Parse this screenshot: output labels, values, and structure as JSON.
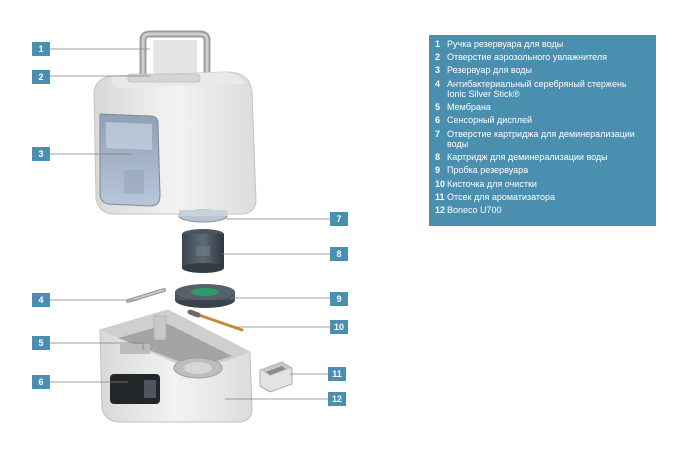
{
  "callouts": [
    "1",
    "2",
    "3",
    "4",
    "5",
    "6",
    "7",
    "8",
    "9",
    "10",
    "11",
    "12"
  ],
  "legend": [
    {
      "num": "1",
      "text": "Ручка резервуара для воды"
    },
    {
      "num": "2",
      "text": "Отверстие аэрозольного увлажнителя"
    },
    {
      "num": "3",
      "text": "Резервуар для воды"
    },
    {
      "num": "4",
      "text": "Антибактериальный серебряный стержень\nIonic Silver Stick®"
    },
    {
      "num": "5",
      "text": "Мембрана"
    },
    {
      "num": "6",
      "text": "Сенсорный дисплей"
    },
    {
      "num": "7",
      "text": "Отверстие картриджа для деминерализации\nводы"
    },
    {
      "num": "8",
      "text": "Картридж для деминерализации воды"
    },
    {
      "num": "9",
      "text": "Пробка резервуара"
    },
    {
      "num": "10",
      "text": "Кисточка для очистки"
    },
    {
      "num": "11",
      "text": "Отсек для ароматизатора"
    },
    {
      "num": "12",
      "text": "Boneco U700"
    }
  ],
  "colors": {
    "accent": "#4a8fb0",
    "text_on_accent": "#ffffff"
  }
}
